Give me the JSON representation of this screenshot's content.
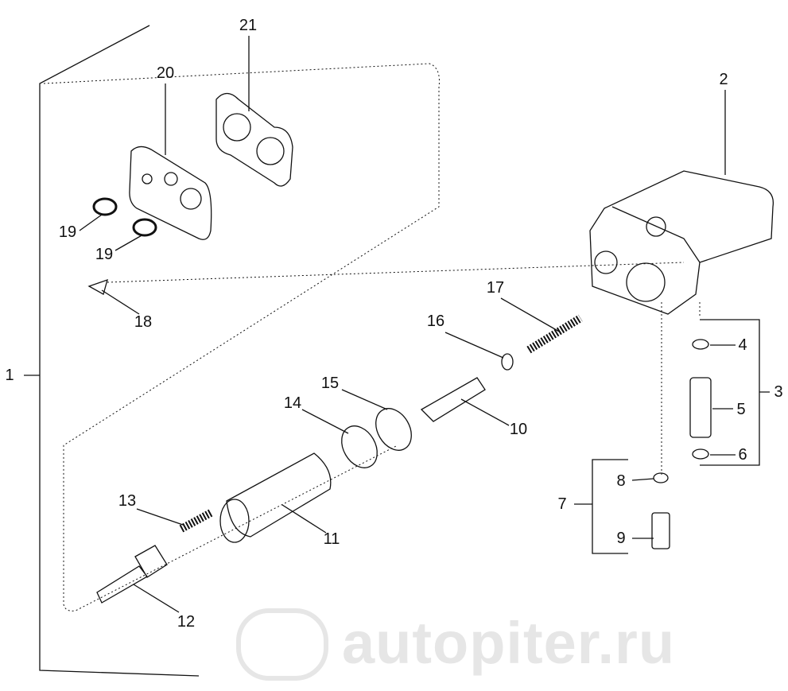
{
  "diagram": {
    "watermark": "autopiter.ru",
    "callouts": [
      {
        "id": "c21",
        "text": "21"
      },
      {
        "id": "c20",
        "text": "20"
      },
      {
        "id": "c2",
        "text": "2"
      },
      {
        "id": "c19a",
        "text": "19"
      },
      {
        "id": "c19b",
        "text": "19"
      },
      {
        "id": "c18",
        "text": "18"
      },
      {
        "id": "c17",
        "text": "17"
      },
      {
        "id": "c16",
        "text": "16"
      },
      {
        "id": "c4",
        "text": "4"
      },
      {
        "id": "c1",
        "text": "1"
      },
      {
        "id": "c3",
        "text": "3"
      },
      {
        "id": "c15",
        "text": "15"
      },
      {
        "id": "c14",
        "text": "14"
      },
      {
        "id": "c5",
        "text": "5"
      },
      {
        "id": "c10",
        "text": "10"
      },
      {
        "id": "c6",
        "text": "6"
      },
      {
        "id": "c8",
        "text": "8"
      },
      {
        "id": "c7",
        "text": "7"
      },
      {
        "id": "c13",
        "text": "13"
      },
      {
        "id": "c11",
        "text": "11"
      },
      {
        "id": "c9",
        "text": "9"
      },
      {
        "id": "c12",
        "text": "12"
      }
    ]
  }
}
